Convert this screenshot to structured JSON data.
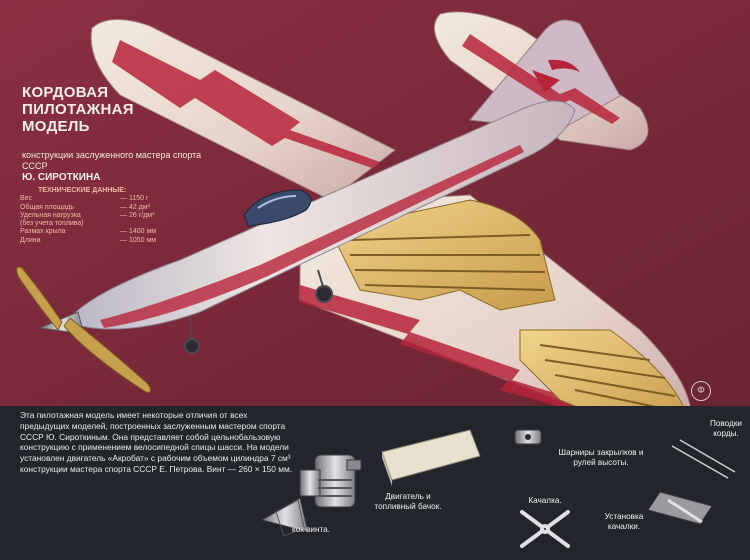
{
  "title_lines": [
    "КОРДОВАЯ",
    "ПИЛОТАЖНАЯ",
    "МОДЕЛЬ"
  ],
  "subtitle": "конструкции заслуженного мастера спорта СССР",
  "author": "Ю. СИРОТКИНА",
  "specs": {
    "header": "ТЕХНИЧЕСКИЕ ДАННЫЕ:",
    "rows": [
      {
        "label": "Вес",
        "value": "— 1150 г"
      },
      {
        "label": "Общая площадь",
        "value": "— 42 дм²"
      },
      {
        "label": "Удельная нагрузка",
        "value": "— 26 г/дм²"
      },
      {
        "label": "(без учета топлива)",
        "value": ""
      },
      {
        "label": "Размах крыла",
        "value": "— 1400 мм"
      },
      {
        "label": "Длина",
        "value": "— 1050 мм"
      }
    ]
  },
  "description": "Эта пилотажная модель имеет некоторые отличия от всех предыдущих моделей, построенных заслуженным мастером спорта СССР Ю. Сироткиным. Она представляет собой цельнобальзовую конструкцию с применением велосипедной спицы шасси. На модели установлен двигатель «Акробат» с рабочим объемом цилиндра 7 см³ конструкции мастера спорта СССР Е. Петрова. Винт — 260 × 150 мм.",
  "labels": {
    "engine": "Двигатель и топливный бачок.",
    "spinner": "кок винта.",
    "hinges": "Шарниры закрылков и рулей высоты.",
    "leads": "Поводки корды.",
    "rocker": "Качалка.",
    "rocker_mount": "Установка качалки."
  },
  "monogram": "Ф",
  "colors": {
    "background": "#7b2a3a",
    "bottom_panel": "#23252c",
    "fuselage": "#d9cfd2",
    "stripe": "#b6243a",
    "balsa": "#e7c476"
  }
}
